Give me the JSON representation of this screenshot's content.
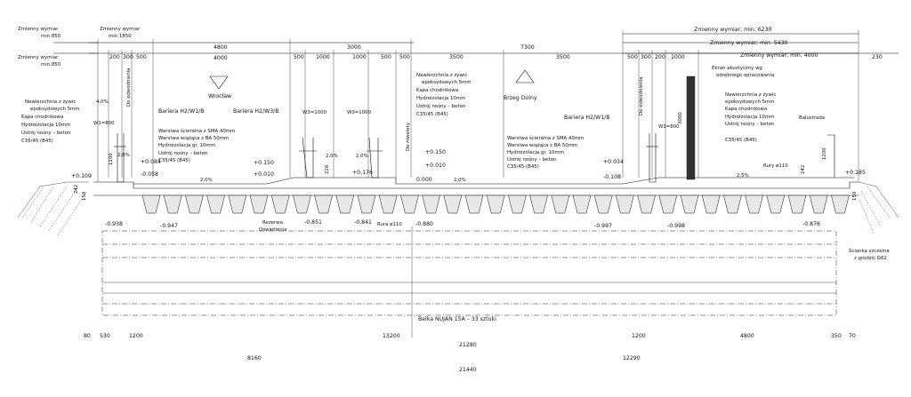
{
  "dimensions": {
    "top_left_zmienny_1": "Zmienny wymiar",
    "top_left_min_1": "min.850",
    "top_left_zmienny_2": "Zmienny wymiar",
    "top_left_min_2": "min.1850",
    "top_left_zmienny_3": "Zmienny wymiar",
    "top_left_min_3": "min.850",
    "d4800_left": "4800",
    "d3000": "3000",
    "d7300": "7300",
    "d4000": "4000",
    "d200": "200",
    "d300": "300",
    "d500a": "500",
    "d500b": "500",
    "d1000a": "1000",
    "d1000b": "1000",
    "d500c": "500",
    "d500d": "500",
    "d3500a": "3500",
    "d3500b": "3500",
    "d500e": "500",
    "d300b": "300",
    "d200b": "200",
    "d1000c": "1000",
    "r_min6230": "Zmienny wymiar; min. 6230",
    "r_min5430": "Zmienny wymiar; min. 5430",
    "r_min4000": "Zmienny wymiar; min. 4000",
    "d230": "230",
    "b80": "80",
    "b530": "530",
    "b1200a": "1200",
    "b13200": "13200",
    "b1200b": "1200",
    "b4800": "4800",
    "b350": "350",
    "b70": "70",
    "b21280": "21280",
    "b8160": "8160",
    "b12290": "12290",
    "b21440": "21440"
  },
  "labels": {
    "nawierzchnia_l": "Nawierzchnia z żywic",
    "epoksydowych_l": "epoksydowych 5mm",
    "kapa_l": "Kapa chodnikowa",
    "hydro_l": "Hydroizolacja 10mm",
    "ustroj_l": "Ustrój nośny – beton",
    "c35_l": "C35/45 (B45)",
    "bariera_h2w1b": "Bariera H2/W1/B",
    "bariera_h2w3b": "Bariera H2/W3/B",
    "wroclaw": "Wrocław",
    "warstwa_sc": "Warstwa ścieralna z SMA  40mm",
    "warstwa_wi": "Warstwa wiążąca z BA   50mm",
    "hydro_gr": "Hydroizolacja gr.    10mm",
    "ustroj_m": "Ustrój nośny – beton",
    "c35_m": "C35/45 (B45)",
    "w3_1000a": "W3=1000",
    "w3_1000b": "W3=1000",
    "w1_800": "W1=800",
    "slope_4": "4,0%",
    "slope_2a": "2,0%",
    "slope_2b": "2,0%",
    "slope_2c": "2,0%",
    "slope_2d": "2,0%",
    "slope_2e": "2,0%",
    "slope_25": "2,5%",
    "do_odwodnienia_l": "Do odwodnienia",
    "do_niwelety": "Do niwelety",
    "nawierzchnia_c": "Nawierzchnia z żywic",
    "epoksydowych_c": "epoksydowych 5mm",
    "kapa_c": "Kapa chodnikowa",
    "hydro_c": "Hydroizolacja 10mm",
    "ustroj_c": "Ustrój nośny – beton",
    "c35_c": "C35/45 (B45)",
    "brzeg_dolny": "Brzeg Dolny",
    "warstwa_sc_r": "Warstwa ścieralna z SMA  40mm",
    "warstwa_wi_r": "Warstwa wiążąca z BA   50mm",
    "hydro_gr_r": "Hydroizolacja gr.    10mm",
    "ustroj_r": "Ustrój nośny – beton",
    "c35_r": "C35/45 (B45)",
    "ekran": "Ekran akustyczny wg",
    "ekran2": "odrębnego opracowania",
    "bariera_h2w1b_r": "Bariera H2/W1/B",
    "w1_800_r": "W1=800",
    "do_odwodnienia_r": "Do odwodnienia",
    "d3000_v": "3000",
    "nawierzchnia_r": "Nawierzchnia z żywic",
    "epoksydowych_r": "epoksydowych 5mm",
    "kapa_r": "Kapa chodnikowa",
    "hydro_r": "Hydroizolacja 10mm",
    "ustroj_rr": "Ustrój nośny – beton",
    "c35_rr": "C35/45 (B45)",
    "balustrada": "Balustrada",
    "rury": "Rury ø110",
    "d1200_v": "1200",
    "d242": "242",
    "d1100_v": "1100",
    "d226": "226",
    "d242_l": "242",
    "d150_l": "150",
    "d150_r": "150",
    "rezerwa": "Rezerwa",
    "oswietlenia": "Oświetlenia",
    "rura_110": "Rura ø110",
    "belka": "Belka NUJAN 15A – 33 sztuki",
    "scianka": "Ścianka szczelna",
    "scianka2": "z grodzic G62"
  },
  "elevations": {
    "e_p0109": "+0.109",
    "e_p0084": "+0.084",
    "e_m0058": "-0.058",
    "e_p0150a": "+0.150",
    "e_p0010a": "+0.010",
    "e_p0176": "+0.176",
    "e_p0150b": "+0.150",
    "e_p0010b": "+0.010",
    "e_0000": "0.000",
    "e_p0034": "+0.034",
    "e_m0108": "-0.108",
    "e_p0185": "+0.185",
    "e_m0938": "-0.938",
    "e_m0947": "-0.947",
    "e_m0851": "-0.851",
    "e_m0841": "-0.841",
    "e_m0880": "-0.880",
    "e_m0997": "-0.997",
    "e_m0998": "-0.998",
    "e_m0876": "-0.876"
  }
}
